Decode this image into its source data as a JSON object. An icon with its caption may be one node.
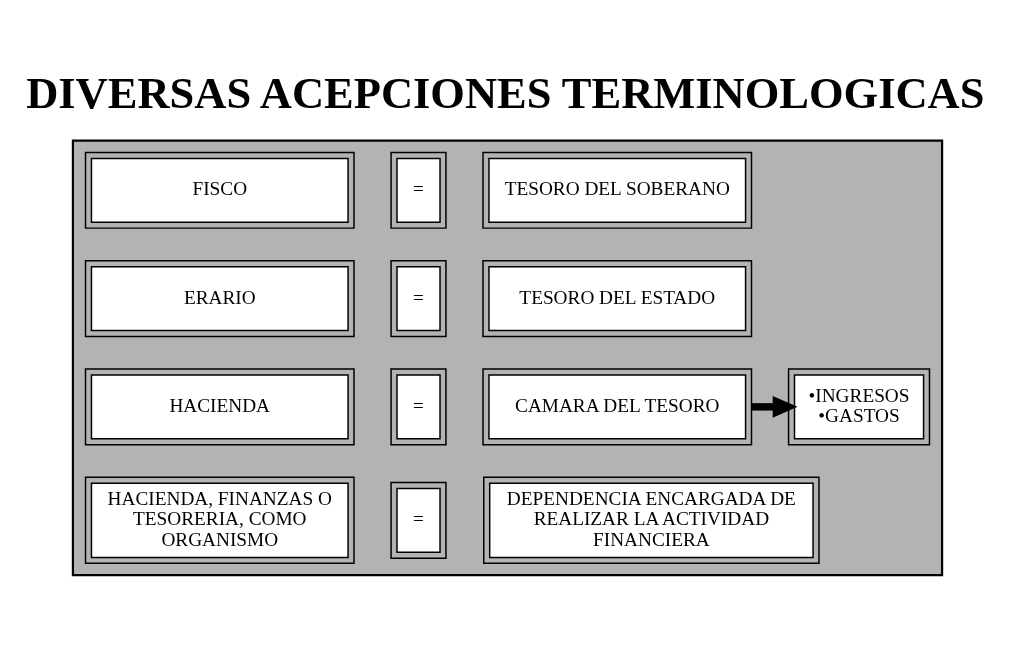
{
  "diagram": {
    "title": "DIVERSAS ACEPCIONES TERMINOLOGICAS",
    "nodes": [
      {
        "text": [],
        "shape": "box"
      },
      {
        "text": [
          "FISCO"
        ],
        "in": 0
      },
      {
        "text": [
          "="
        ],
        "in": 0
      },
      {
        "text": [
          "TESORO DEL SOBERANO"
        ],
        "in": 0
      },
      {
        "text": [
          "ERARIO"
        ],
        "in": 0
      },
      {
        "text": [
          "="
        ],
        "in": 0
      },
      {
        "text": [
          "TESORO DEL ESTADO"
        ],
        "in": 0
      },
      {
        "text": [
          "HACIENDA"
        ],
        "in": 0
      },
      {
        "text": [
          "="
        ],
        "in": 0
      },
      {
        "text": [
          "CAMARA DEL TESORO"
        ],
        "in": 0
      },
      {
        "text": [
          "•INGRESOS •GASTOS"
        ],
        "in": 0
      },
      {
        "text": [
          "HACIENDA, FINANZAS O TESORERIA, COMO ORGANISMO"
        ],
        "in": 0
      },
      {
        "text": [
          "="
        ],
        "in": 0
      },
      {
        "text": [
          "DEPENDENCIA ENCARGADA DE REALIZAR LA ACTIVIDAD FINANCIERA"
        ],
        "in": 0
      }
    ],
    "edges": [
      {
        "from": 9,
        "to": 10,
        "arrow": "to"
      }
    ]
  }
}
